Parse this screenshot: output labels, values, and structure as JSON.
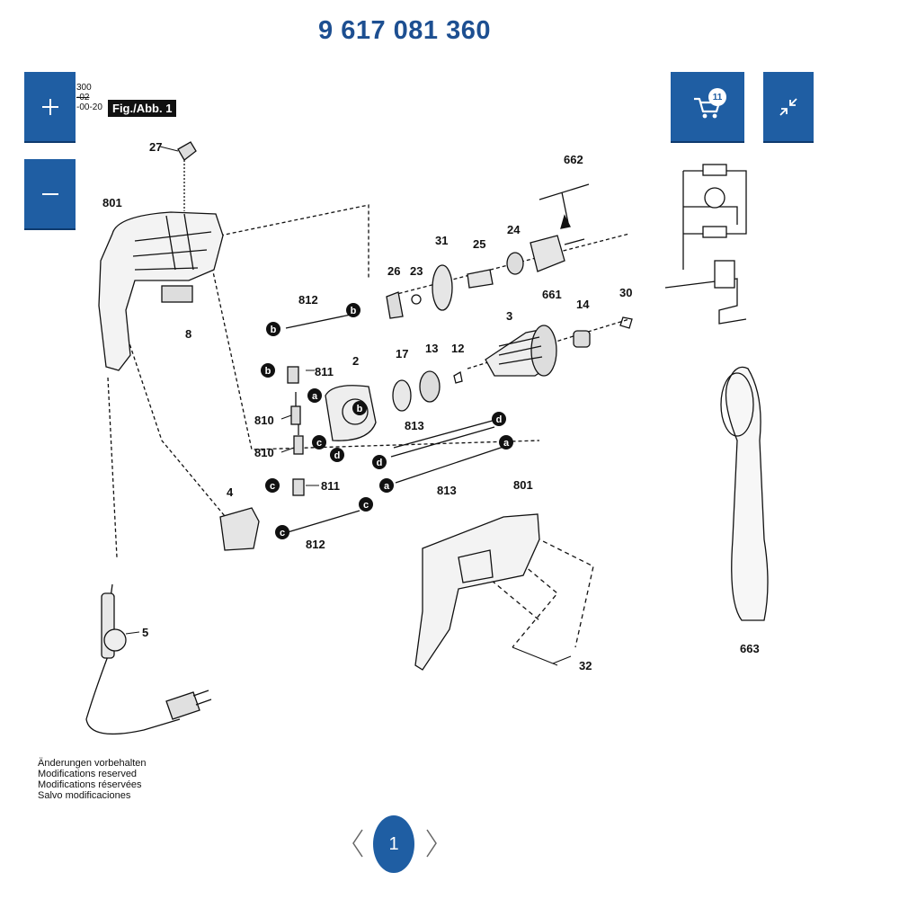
{
  "header": {
    "title": "9 617 081 360"
  },
  "figure": {
    "label": "Fig./Abb. 1",
    "revision_lines": [
      "300",
      "-02",
      "-00-20"
    ],
    "parts": [
      "27",
      "801",
      "8",
      "812",
      "811",
      "810",
      "2",
      "17",
      "13",
      "12",
      "3",
      "14",
      "30",
      "26",
      "23",
      "31",
      "25",
      "24",
      "662",
      "661",
      "813",
      "4",
      "5",
      "801",
      "32",
      "663"
    ],
    "markers": [
      "a",
      "b",
      "c",
      "d"
    ]
  },
  "notes": [
    "Änderungen vorbehalten",
    "Modifications reserved",
    "Modifications réservées",
    "Salvo modificaciones"
  ],
  "toolbar": {
    "cart_count": "11"
  },
  "pagination": {
    "current": "1"
  },
  "colors": {
    "accent": "#1f5ea3",
    "title": "#1d4f91"
  },
  "icons": {
    "zoom_in": "plus-icon",
    "zoom_out": "minus-icon",
    "cart": "cart-icon",
    "collapse": "collapse-arrows-icon",
    "prev": "chevron-left-icon",
    "next": "chevron-right-icon"
  }
}
